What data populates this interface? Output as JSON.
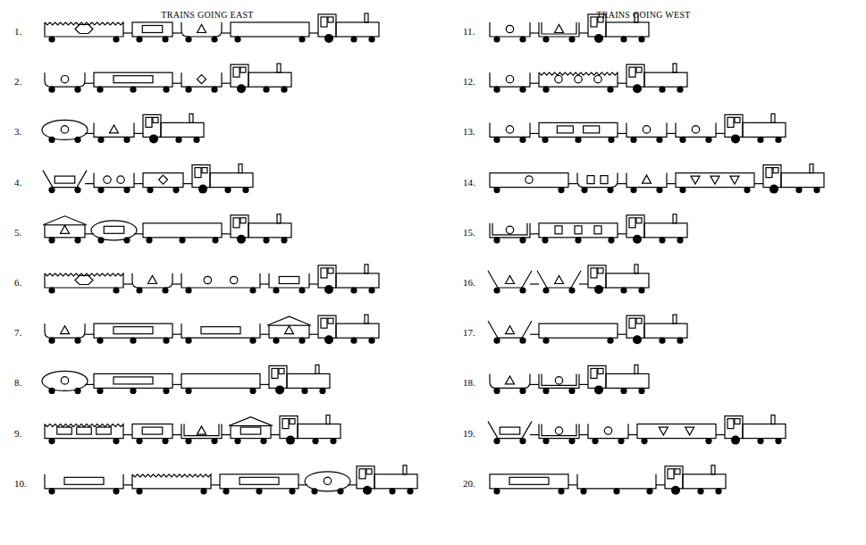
{
  "diagram": {
    "labels": [
      "TRAINS GOING EAST",
      "TRAINS GOING WEST",
      "1.",
      "2.",
      "3.",
      "4.",
      "5.",
      "6.",
      "7.",
      "8.",
      "9.",
      "10.",
      "11.",
      "12.",
      "13.",
      "14.",
      "15.",
      "16.",
      "17.",
      "18.",
      "19.",
      "20."
    ]
  }
}
